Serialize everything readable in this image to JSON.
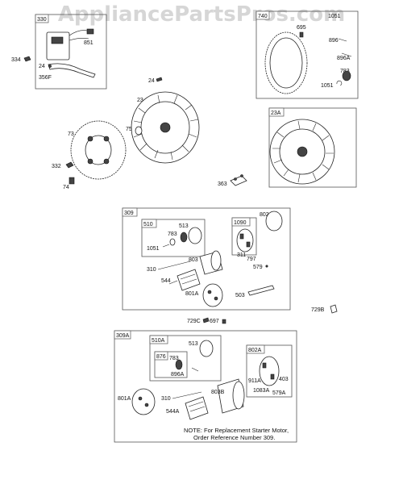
{
  "watermark": "AppliancePartsPros.com",
  "note": {
    "line1": "NOTE: For Replacement Starter Motor,",
    "line2": "Order Reference Number 309."
  },
  "boxes": {
    "b330": "330",
    "b740": "740",
    "b23A": "23A",
    "b309": "309",
    "b510": "510",
    "b1090": "1090",
    "b309A": "309A",
    "b510A": "510A",
    "b876": "876",
    "b802A": "802A"
  },
  "labels": {
    "l334": "334",
    "l851": "851",
    "l24a": "24",
    "l356F": "356F",
    "l695": "695",
    "l1051a": "1051",
    "l896": "896",
    "l896A": "896A",
    "l783a": "783",
    "l1051b": "1051",
    "l24b": "24",
    "l23": "23",
    "l73": "73",
    "l75": "75",
    "l332": "332",
    "l74": "74",
    "l363": "363",
    "l513a": "513",
    "l783b": "783",
    "l1051c": "1051",
    "l802": "802",
    "l311": "311",
    "l797": "797",
    "l579": "579",
    "l803": "803",
    "l310a": "310",
    "l544": "544",
    "l801A": "801A",
    "l503": "503",
    "l729C": "729C",
    "l697": "697",
    "l729B": "729B",
    "l513b": "513",
    "l783c": "783",
    "l896Ab": "896A",
    "l911A": "911A",
    "l403": "403",
    "l1083A": "1083A",
    "l579A": "579A",
    "l801Ab": "801A",
    "l310b": "310",
    "l803B": "803B",
    "l544A": "544A"
  }
}
